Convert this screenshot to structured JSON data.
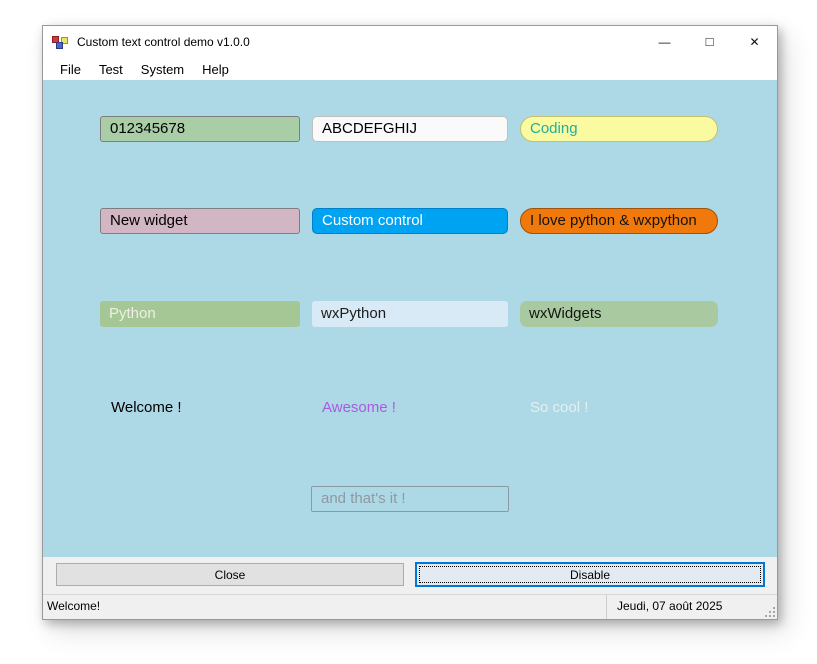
{
  "window": {
    "title": "Custom text control demo v1.0.0",
    "minimize_glyph": "—",
    "maximize_glyph": "□",
    "close_glyph": "✕"
  },
  "menu": {
    "items": [
      "File",
      "Test",
      "System",
      "Help"
    ]
  },
  "grid": {
    "rows": [
      {
        "cells": [
          {
            "text": "012345678"
          },
          {
            "text": "ABCDEFGHIJ"
          },
          {
            "text": "Coding"
          }
        ]
      },
      {
        "cells": [
          {
            "text": "New widget"
          },
          {
            "text": "Custom control"
          },
          {
            "text": "I love python & wxpython"
          }
        ]
      },
      {
        "cells": [
          {
            "text": "Python"
          },
          {
            "text": "wxPython"
          },
          {
            "text": "wxWidgets"
          }
        ]
      }
    ],
    "labels": [
      "Welcome !",
      "Awesome !",
      "So cool !"
    ],
    "final_text": "and that's it !"
  },
  "buttons": {
    "close": "Close",
    "disable": "Disable"
  },
  "statusbar": {
    "left": "Welcome!",
    "right": "Jeudi, 07 août 2025"
  },
  "colors": {
    "client_bg": "#ADD8E6",
    "green_field_bg": "#A9CEA7",
    "white_field_bg": "#FAFAFA",
    "yellow_pill_bg": "#FAFAA0",
    "yellow_pill_text": "#1FAEA0",
    "pink_field_bg": "#D3B6C3",
    "blue_field_bg": "#00A2F2",
    "orange_pill_bg": "#F1780A",
    "sage_field_bg": "#A5C795",
    "paleblue_field_bg": "#D8EAF5",
    "widgets_field_bg": "#A9CAA0",
    "awesome_label_text": "#A95CDE",
    "socool_label_text": "#E4F0EE",
    "disabled_field_text": "#8E9AA0",
    "focus_border": "#0078D7"
  }
}
